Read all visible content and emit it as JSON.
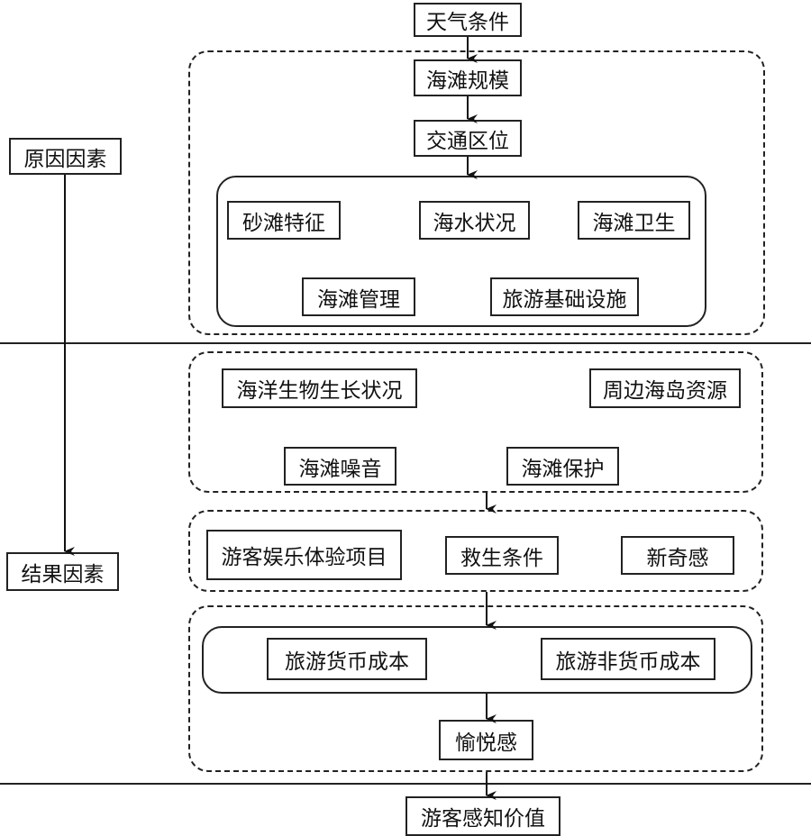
{
  "diagram": {
    "side_labels": {
      "cause": "原因因素",
      "result": "结果因素"
    },
    "top": "天气条件",
    "cause_group": {
      "chain": [
        "海滩规模",
        "交通区位"
      ],
      "inner_group": {
        "row1": [
          "砂滩特征",
          "海水状况",
          "海滩卫生"
        ],
        "row2": [
          "海滩管理",
          "旅游基础设施"
        ]
      }
    },
    "result_group_1": {
      "row1": [
        "海洋生物生长状况",
        "周边海岛资源"
      ],
      "row2": [
        "海滩噪音",
        "海滩保护"
      ]
    },
    "result_group_2": {
      "items": [
        "游客娱乐体验项目",
        "救生条件",
        "新奇感"
      ]
    },
    "result_group_3": {
      "costs": [
        "旅游货币成本",
        "旅游非货币成本"
      ],
      "outcome": "愉悦感"
    },
    "bottom": "游客感知价值"
  }
}
